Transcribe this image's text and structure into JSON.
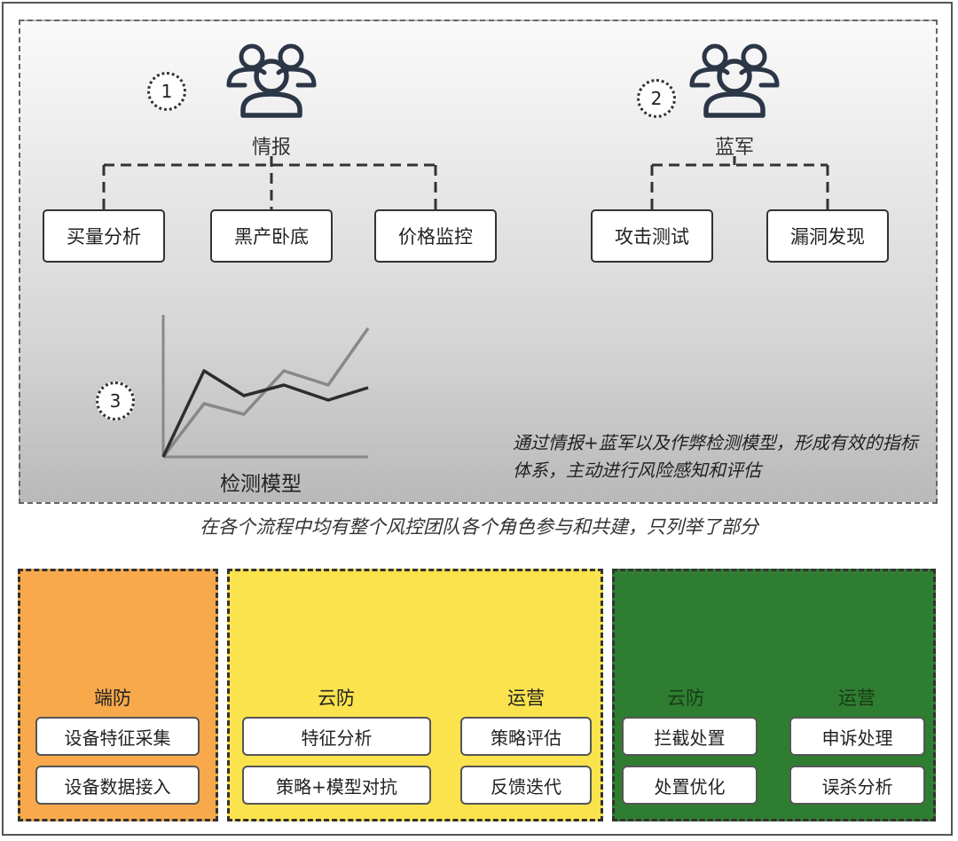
{
  "top": {
    "intel": {
      "number": "1",
      "label": "情报",
      "tasks": [
        "买量分析",
        "黑产卧底",
        "价格监控"
      ]
    },
    "blue_team": {
      "number": "2",
      "label": "蓝军",
      "tasks": [
        "攻击测试",
        "漏洞发现"
      ]
    },
    "model": {
      "number": "3",
      "label": "检测模型"
    },
    "summary": "通过情报+蓝军以及作弊检测模型，形成有效的指标体系，主动进行风险感知和评估"
  },
  "caption": "在各个流程中均有整个风控团队各个角色参与和共建，只列举了部分",
  "teams": {
    "endpoint": {
      "label": "端防",
      "tasks": [
        "设备特征采集",
        "设备数据接入"
      ],
      "color": "#f7a94b"
    },
    "cloud_yellow": {
      "label": "云防",
      "tasks": [
        "特征分析",
        "策略+模型对抗"
      ],
      "color": "#fbe34d"
    },
    "ops_yellow": {
      "label": "运营",
      "tasks": [
        "策略评估",
        "反馈迭代"
      ]
    },
    "cloud_green": {
      "label": "云防",
      "tasks": [
        "拦截处置",
        "处置优化"
      ],
      "color": "#2f7d31"
    },
    "ops_green": {
      "label": "运营",
      "tasks": [
        "申诉处理",
        "误杀分析"
      ]
    }
  },
  "icons": [
    "group-icon"
  ]
}
